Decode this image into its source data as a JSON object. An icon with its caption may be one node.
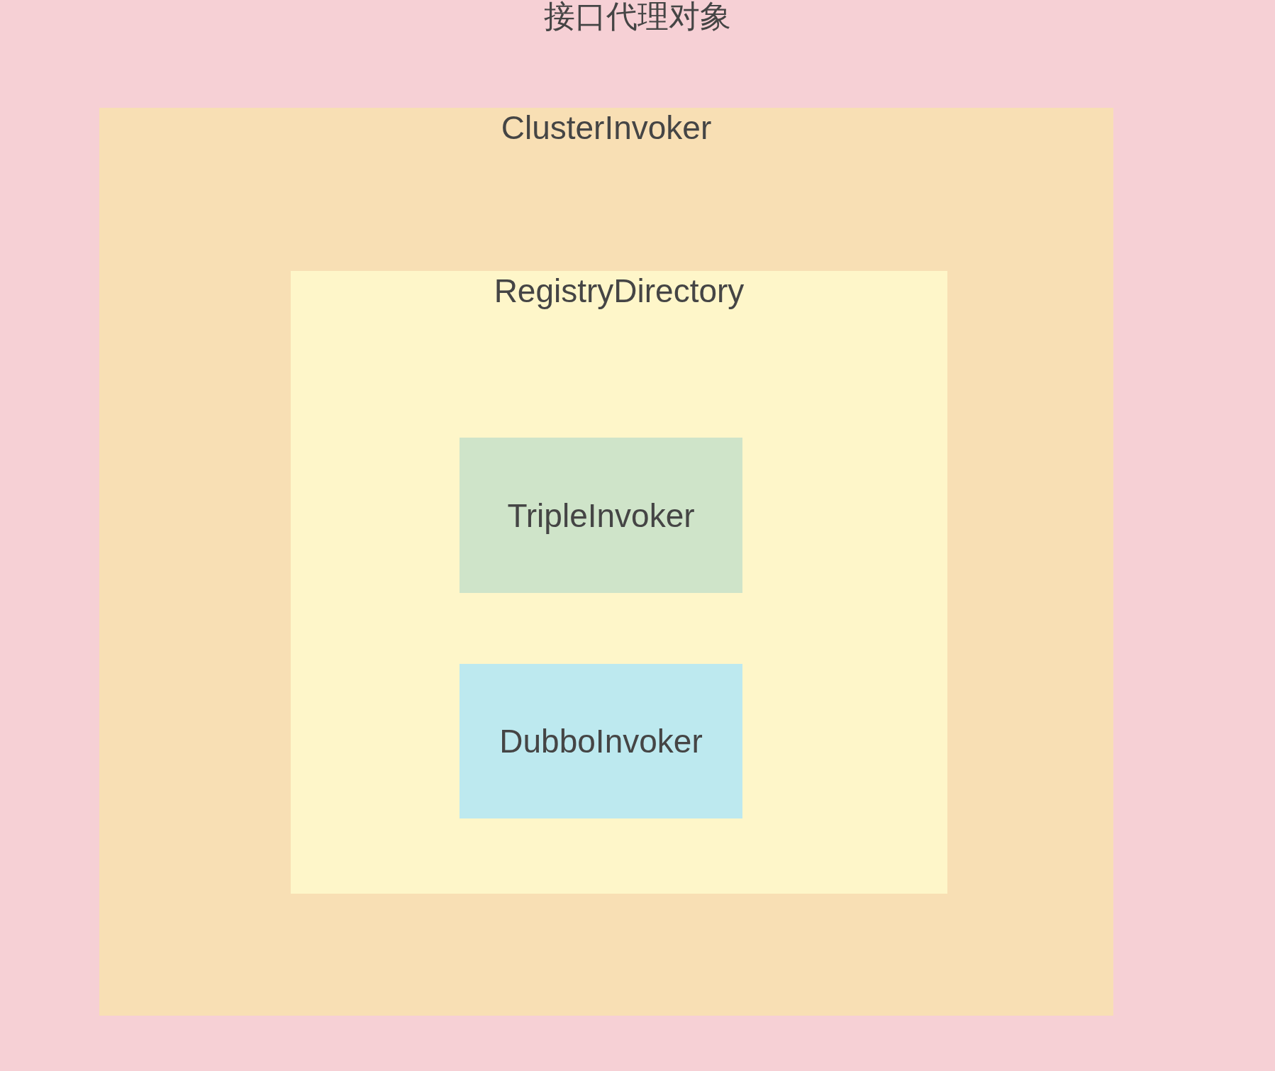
{
  "diagram": {
    "nodes": [
      {
        "text": [
          "接口代理对象"
        ]
      },
      {
        "text": [
          "ClusterInvoker"
        ],
        "in": 0
      },
      {
        "text": [
          "RegistryDirectory"
        ],
        "in": 1
      },
      {
        "text": [
          "TripleInvoker"
        ],
        "in": 2
      },
      {
        "text": [
          "DubboInvoker"
        ],
        "in": 2
      }
    ]
  }
}
